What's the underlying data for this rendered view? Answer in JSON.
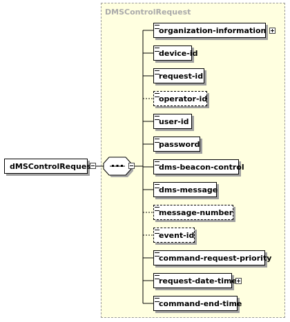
{
  "root": {
    "label": "dMSControlRequest"
  },
  "type": {
    "label": "DMSControlRequest"
  },
  "compositor": {
    "kind": "sequence"
  },
  "children": [
    {
      "label": "organization-information",
      "optional": false,
      "expandable": true
    },
    {
      "label": "device-id",
      "optional": false,
      "expandable": false
    },
    {
      "label": "request-id",
      "optional": false,
      "expandable": false
    },
    {
      "label": "operator-id",
      "optional": true,
      "expandable": false
    },
    {
      "label": "user-id",
      "optional": false,
      "expandable": false
    },
    {
      "label": "password",
      "optional": false,
      "expandable": false
    },
    {
      "label": "dms-beacon-control",
      "optional": false,
      "expandable": false
    },
    {
      "label": "dms-message",
      "optional": false,
      "expandable": false
    },
    {
      "label": "message-number",
      "optional": true,
      "expandable": false
    },
    {
      "label": "event-id",
      "optional": true,
      "expandable": false
    },
    {
      "label": "command-request-priority",
      "optional": false,
      "expandable": false
    },
    {
      "label": "request-date-time",
      "optional": false,
      "expandable": true
    },
    {
      "label": "command-end-time",
      "optional": false,
      "expandable": false
    }
  ]
}
